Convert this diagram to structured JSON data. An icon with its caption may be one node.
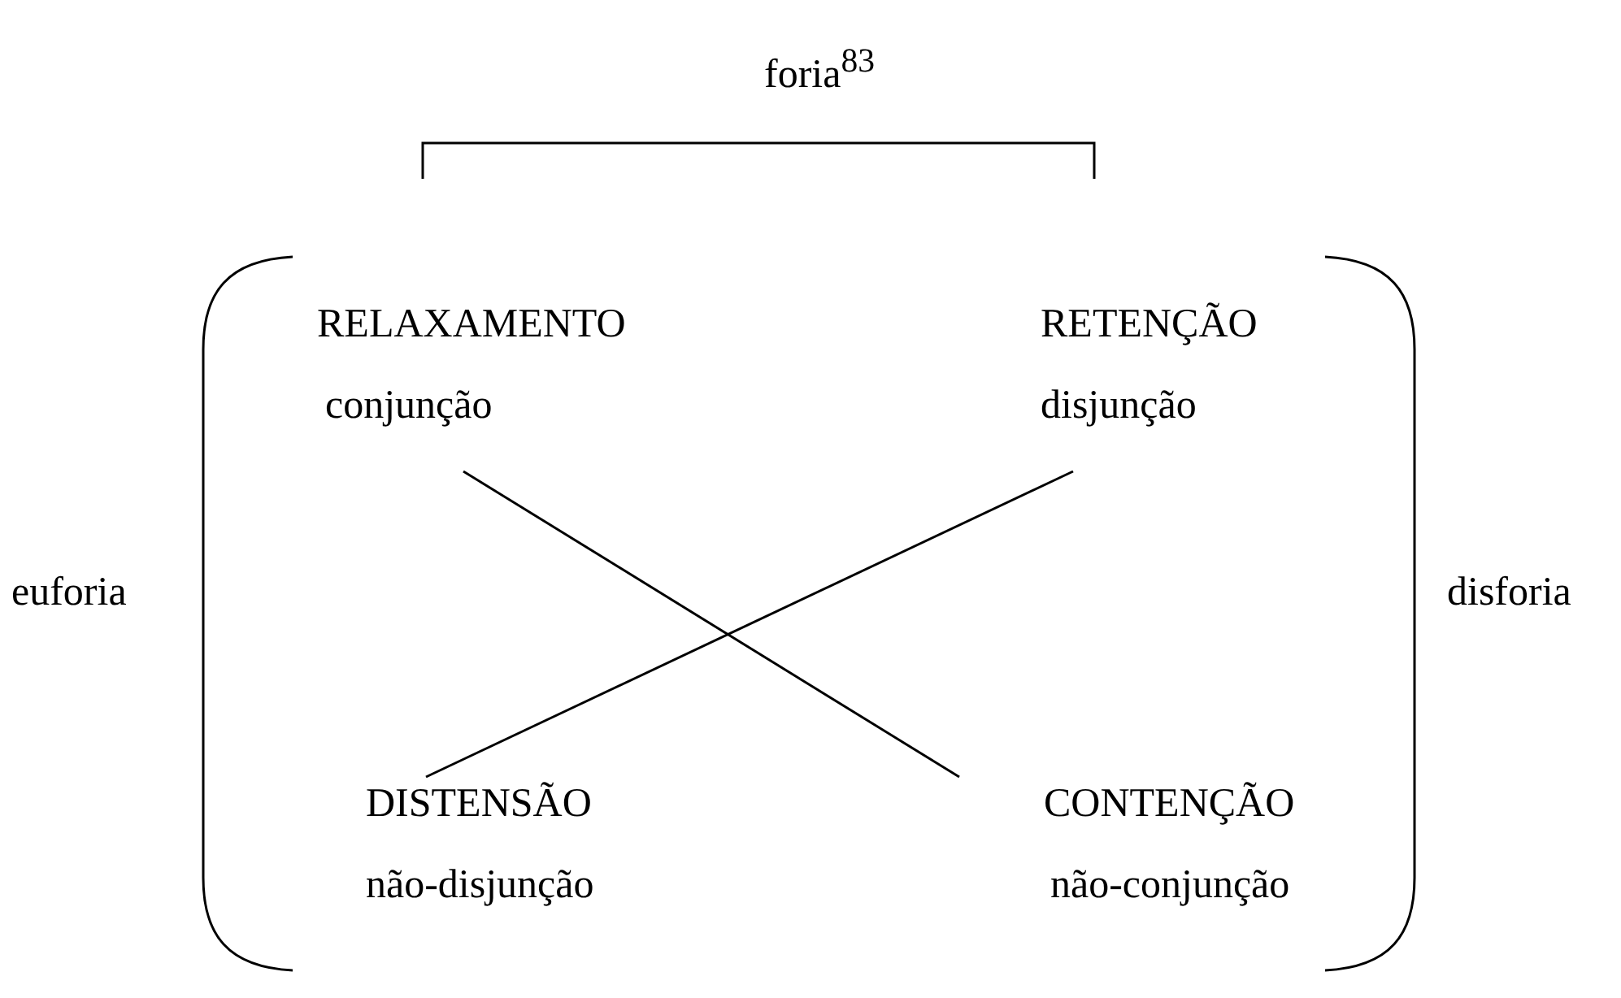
{
  "diagram": {
    "nodes": [
      {
        "text": [
          "RELAXAMENTO",
          "conjunção"
        ]
      },
      {
        "text": [
          "RETENÇÃO",
          "disjunção"
        ]
      },
      {
        "text": [
          "DISTENSÃO",
          "não-disjunção"
        ]
      },
      {
        "text": [
          "CONTENÇÃO",
          "não-conjunção"
        ]
      }
    ],
    "edges": [
      {
        "from": 0,
        "to": 3,
        "arrow": "none"
      },
      {
        "from": 1,
        "to": 2,
        "arrow": "none"
      }
    ],
    "labels": [
      "foria$^{83}$",
      "euforia",
      "disforia"
    ]
  }
}
